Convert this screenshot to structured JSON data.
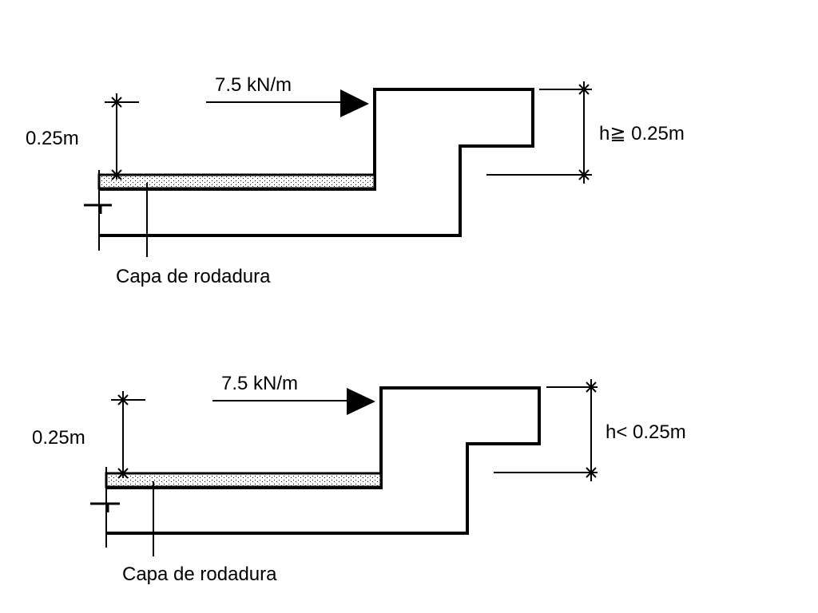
{
  "colors": {
    "line": "#000000",
    "background": "#ffffff",
    "pavement_dots": "#000000"
  },
  "diagrams": [
    {
      "load_label": "7.5 kN/m",
      "height_label": "0.25m",
      "curb_label": "h≧ 0.25m",
      "pavement_label": "Capa de rodadura"
    },
    {
      "load_label": "7.5 kN/m",
      "height_label": "0.25m",
      "curb_label": "h< 0.25m",
      "pavement_label": "Capa de rodadura"
    }
  ]
}
